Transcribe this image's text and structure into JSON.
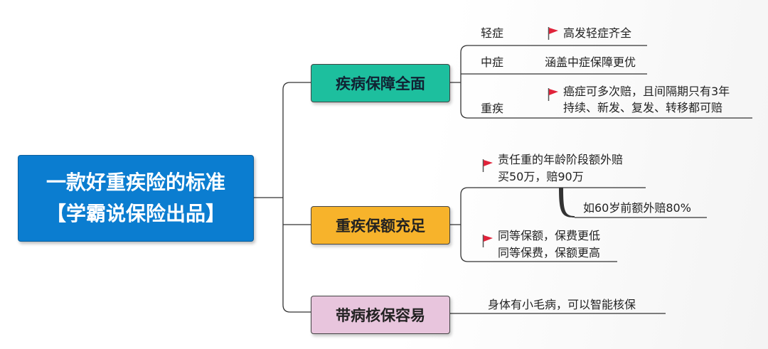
{
  "root": {
    "line1": "一款好重疾险的标准",
    "line2": "【学霸说保险出品】"
  },
  "topics": [
    {
      "label": "疾病保障全面",
      "children": [
        {
          "label": "轻症",
          "detail": "高发轻症齐全",
          "flag": true
        },
        {
          "label": "中症",
          "detail": "涵盖中症保障更优",
          "flag": false
        },
        {
          "label": "重疾",
          "detail_lines": [
            "癌症可多次赔，且间隔期只有3年",
            "持续、新发、复发、转移都可赔"
          ],
          "flag": true
        }
      ]
    },
    {
      "label": "重疾保额充足",
      "children": [
        {
          "lines": [
            "责任重的年龄阶段额外赔",
            "买50万，赔90万"
          ],
          "flag": true,
          "note": "如60岁前额外赔80%"
        },
        {
          "lines": [
            "同等保额，保费更低",
            "同等保费，保额更高"
          ],
          "flag": true
        }
      ]
    },
    {
      "label": "带病核保容易",
      "children": [
        {
          "label": "身体有小毛病，可以智能核保",
          "flag": false
        }
      ]
    }
  ],
  "colors": {
    "root": "#0b7dd0",
    "topic1": "#1dbf9e",
    "topic2": "#f7b32b",
    "topic3": "#e8c5dd",
    "flag": "#e0233a"
  },
  "icons": [
    "flag-icon"
  ]
}
